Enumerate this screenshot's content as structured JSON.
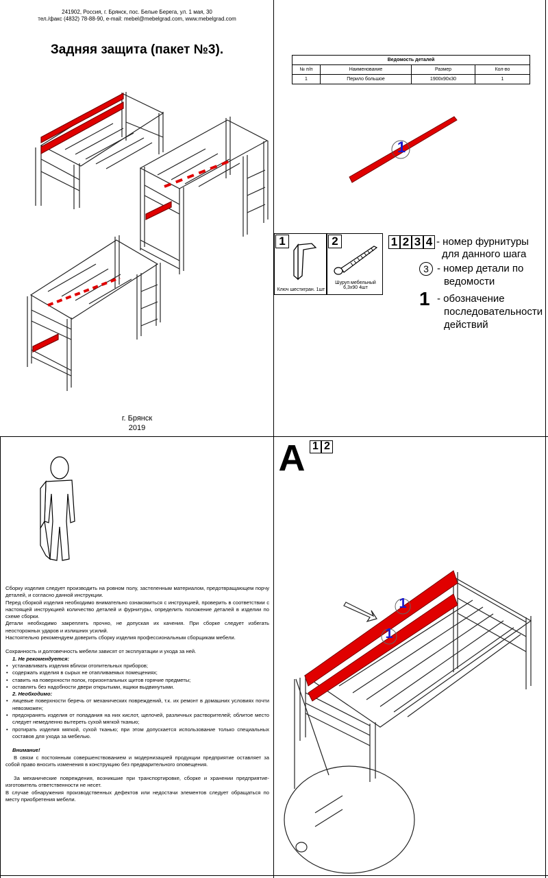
{
  "cover": {
    "address_line1": "241902, Россия, г. Брянск, пос. Белые Берега, ул. 1 мая, 30",
    "address_line2": "тел./факс (4832) 78-88-90, e-mail: mebel@mebelgrad.com, www.mebelgrad.com",
    "title": "Задняя защита (пакет №3).",
    "city": "г. Брянск",
    "year": "2019"
  },
  "spec_table": {
    "caption": "Ведомость деталей",
    "headers": [
      "№ п/п",
      "Наименование",
      "Размер",
      "Кол-во"
    ],
    "rows": [
      [
        "1",
        "Перило большое",
        "1900x90x30",
        "1"
      ]
    ]
  },
  "part_callout": "1",
  "hardware": [
    {
      "number": "1",
      "label": "Ключ шестигран. 1шт",
      "icon": "hex-key-icon"
    },
    {
      "number": "2",
      "label": "Шуруп мебельный 6,3x90 4шт",
      "icon": "screw-icon"
    }
  ],
  "legend": {
    "boxes": [
      "1",
      "2",
      "3",
      "4"
    ],
    "boxes_text_line1": "- номер фурнитуры",
    "boxes_text_line2": "для данного шага",
    "circle_number": "3",
    "circle_text_line1": "- номер детали по",
    "circle_text_line2": "ведомости",
    "bold_number": "1",
    "bold_text_line1": "- обозначение",
    "bold_text_line2": "последовательности",
    "bold_text_line3": "действий"
  },
  "notes": {
    "p1": "Сборку изделия следует производить на ровном полу, застеленным материалом, предотвращающем порчу деталей, и согласно данной инструкции.",
    "p2": "Перед сборкой изделия необходимо внимательно ознакомиться с инструкцией, проверить в соответствии с настоящей инструкцией количество деталей и фурнитуры, определить положение деталей в изделии по схеме сборки.",
    "p3": "Детали необходимо закреплять прочно, не допуская их качения. При сборке следует избегать неосторожных ударов и излишних усилий.",
    "p4": "Настоятельно рекомендуем доверить сборку изделия профессиональным сборщикам мебели.",
    "p5": "Сохранность и долговечность мебели зависят от эксплуатации и ухода за ней.",
    "h1": "1. Не рекомендуется:",
    "list1": [
      "устанавливать изделия вблизи отопительных приборов;",
      "содержать изделия в сырых не отапливаемых помещениях;",
      "ставить на поверхности полок, горизонтальных щитов горячие предметы;",
      "оставлять без надобности двери открытыми, ящики выдвинутыми."
    ],
    "h2": "2. Необходимо:",
    "list2": [
      "лицевые поверхности беречь от механических повреждений, т.к. их ремонт в домашних условиях почти невозможен;",
      "предохранять изделия от попадания на них кислот, щелочей, различных растворителей; облитое место следует немедленно вытереть сухой мягкой тканью;",
      "протирать изделия мягкой, сухой тканью; при этом допускается использование только специальных составов для ухода за мебелью."
    ],
    "attention_title": "Внимание!",
    "attention_text": "В связи с постоянным совершенствованием и модернизацией продукции предприятие оставляет за собой право вносить изменения в конструкцию без предварительного оповещения.",
    "p6": "За механические повреждения, возникшие при транспортировке, сборке и хранении предприятие-изготовитель ответственности не несет.",
    "p7": "В случае обнаружения производственных дефектов или недостачи элементов следует обращаться по месту приобретения мебели."
  },
  "step": {
    "letter": "A",
    "hardware_boxes": [
      "1",
      "2"
    ],
    "part_callouts": [
      "1",
      "1"
    ]
  },
  "colors": {
    "highlight": "#e00000",
    "callout": "#1a1acc"
  }
}
